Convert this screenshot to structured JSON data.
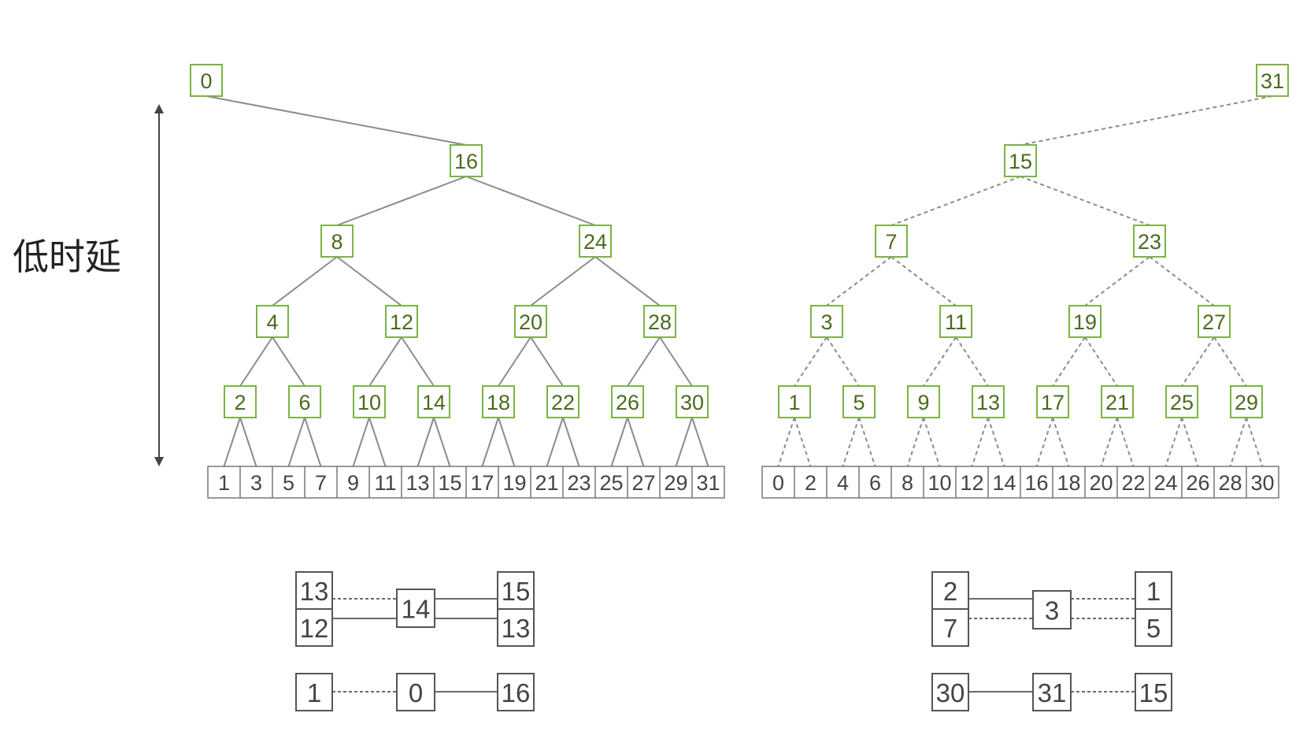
{
  "label": "低时延",
  "colors": {
    "node_border": "#7cb342",
    "node_text": "#4a6b1f",
    "edge": "#8c8c8c",
    "box_border": "#555555",
    "box_text": "#444444",
    "label_text": "#222222"
  },
  "tree_a": {
    "root": "0",
    "levels": [
      [
        "16"
      ],
      [
        "8",
        "24"
      ],
      [
        "4",
        "12",
        "20",
        "28"
      ],
      [
        "2",
        "6",
        "10",
        "14",
        "18",
        "22",
        "26",
        "30"
      ]
    ],
    "leaves": [
      "1",
      "3",
      "5",
      "7",
      "9",
      "11",
      "13",
      "15",
      "17",
      "19",
      "21",
      "23",
      "25",
      "27",
      "29",
      "31"
    ],
    "edge_style": "solid"
  },
  "tree_b": {
    "root": "31",
    "levels": [
      [
        "15"
      ],
      [
        "7",
        "23"
      ],
      [
        "3",
        "11",
        "19",
        "27"
      ],
      [
        "1",
        "5",
        "9",
        "13",
        "17",
        "21",
        "25",
        "29"
      ]
    ],
    "leaves": [
      "0",
      "2",
      "4",
      "6",
      "8",
      "10",
      "12",
      "14",
      "16",
      "18",
      "20",
      "22",
      "24",
      "26",
      "28",
      "30"
    ],
    "edge_style": "dashed"
  },
  "examples": {
    "a_node14": {
      "left": [
        "13",
        "12"
      ],
      "center": "14",
      "right": [
        "15",
        "13"
      ]
    },
    "a_node0": {
      "left": "1",
      "center": "0",
      "right": "16"
    },
    "b_node3": {
      "left": [
        "2",
        "7"
      ],
      "center": "3",
      "right": [
        "1",
        "5"
      ]
    },
    "b_node31": {
      "left": "30",
      "center": "31",
      "right": "15"
    }
  }
}
